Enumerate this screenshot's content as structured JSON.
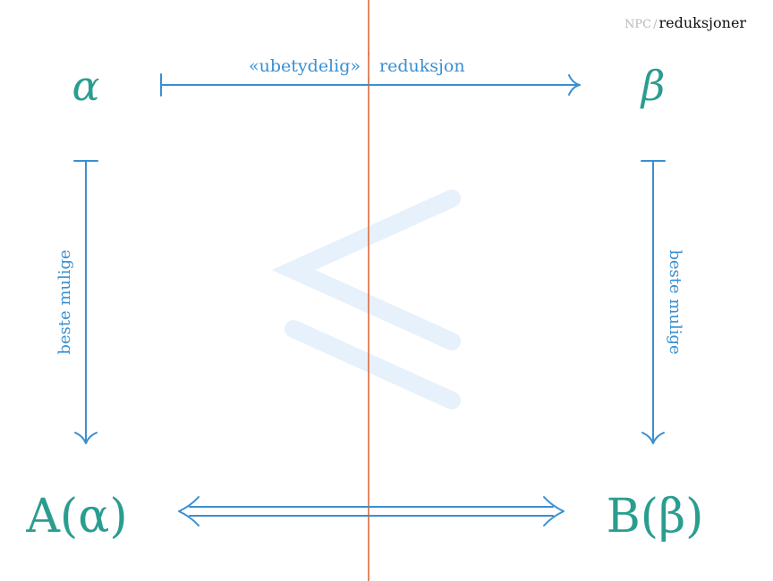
{
  "breadcrumb": {
    "parent": "NPC",
    "separator": "/",
    "current": "reduksjoner"
  },
  "diagram": {
    "top_left": "α",
    "top_right": "β",
    "bottom_left": "A(α)",
    "bottom_right": "B(β)",
    "top_arrow_label_left": "«ubetydelig»",
    "top_arrow_label_right": "reduksjon",
    "left_arrow_label": "beste mulige",
    "right_arrow_label": "beste mulige",
    "relation_symbol": "≤"
  },
  "colors": {
    "teal": "#2a9d8f",
    "blue": "#3a8fd1",
    "orange": "#e07a55",
    "watermark": "#e6f1fb",
    "muted": "#b8b8b8"
  }
}
